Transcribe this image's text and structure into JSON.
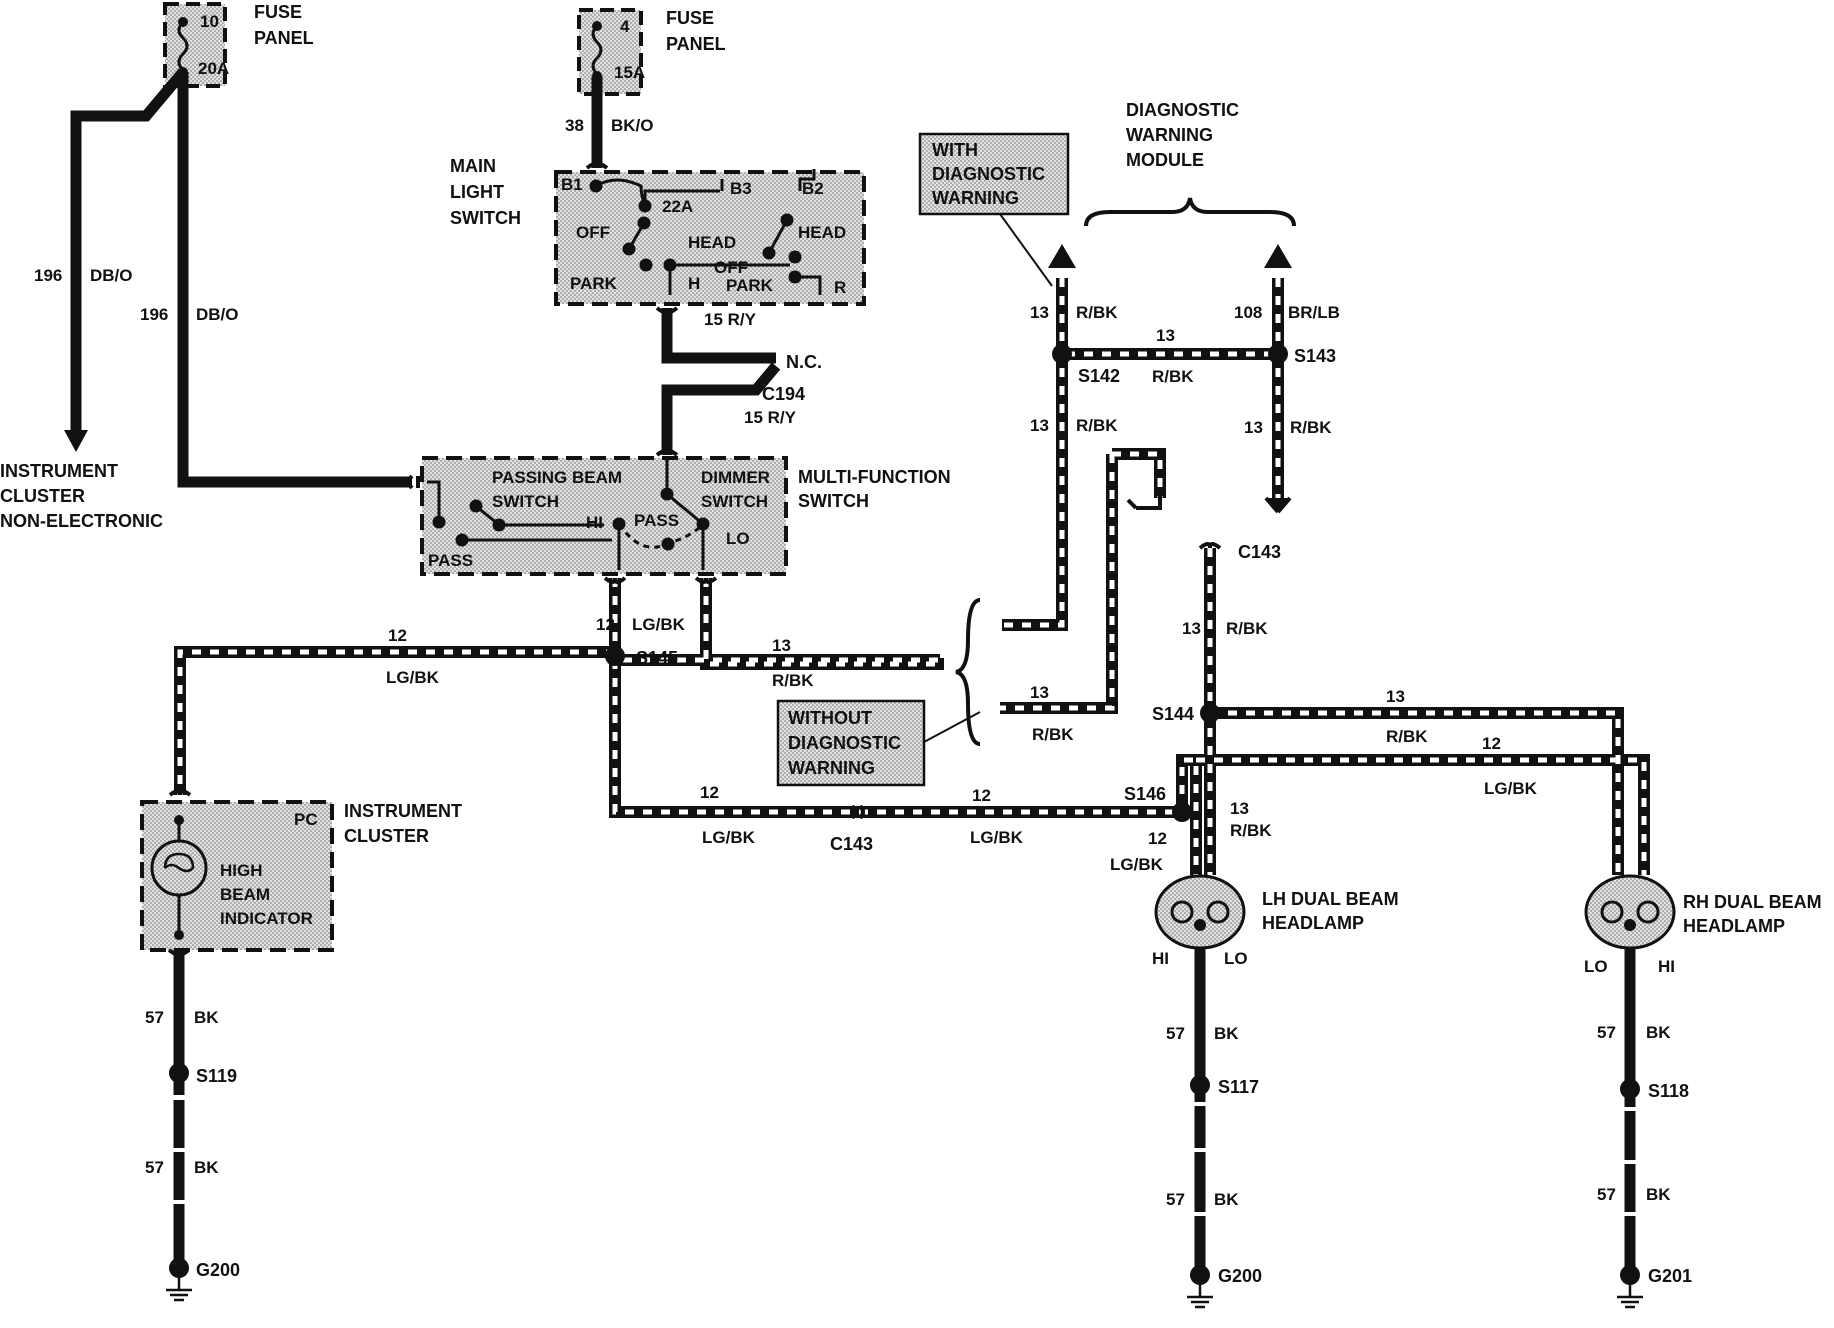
{
  "fuse_panel_left": {
    "title": [
      "FUSE",
      "PANEL"
    ],
    "fuse_number": "10",
    "fuse_rating": "20A"
  },
  "fuse_panel_right": {
    "title": [
      "FUSE",
      "PANEL"
    ],
    "fuse_number": "4",
    "fuse_rating": "15A"
  },
  "main_light_switch": {
    "title": [
      "MAIN",
      "LIGHT",
      "SWITCH"
    ],
    "terminals": {
      "b1": "B1",
      "b3": "B3",
      "b2": "B2",
      "breaker": "22A",
      "h": "H",
      "r": "R"
    },
    "positions": {
      "off_left": "OFF",
      "park_left": "PARK",
      "head_mid": "HEAD",
      "off_mid": "OFF",
      "park_right": "PARK",
      "head_right": "HEAD"
    }
  },
  "multi_function_switch": {
    "title": [
      "MULTI-FUNCTION",
      "SWITCH"
    ],
    "passing_beam": [
      "PASSING BEAM",
      "SWITCH"
    ],
    "dimmer": [
      "DIMMER",
      "SWITCH"
    ],
    "hi": "HI",
    "pass_mid": "PASS",
    "lo": "LO",
    "pass_left": "PASS"
  },
  "diagnostic_module": {
    "title": [
      "DIAGNOSTIC",
      "WARNING",
      "MODULE"
    ]
  },
  "with_diagnostic_note": [
    "WITH",
    "DIAGNOSTIC",
    "WARNING"
  ],
  "without_diagnostic_note": [
    "WITHOUT",
    "DIAGNOSTIC",
    "WARNING"
  ],
  "instrument_cluster_ne": {
    "title": [
      "INSTRUMENT",
      "CLUSTER",
      "NON-ELECTRONIC"
    ]
  },
  "instrument_cluster": {
    "title": [
      "INSTRUMENT",
      "CLUSTER"
    ],
    "pc": "PC",
    "indicator": [
      "HIGH",
      "BEAM",
      "INDICATOR"
    ]
  },
  "lh_headlamp": {
    "title": [
      "LH DUAL BEAM",
      "HEADLAMP"
    ],
    "hi": "HI",
    "lo": "LO"
  },
  "rh_headlamp": {
    "title": [
      "RH DUAL BEAM",
      "HEADLAMP"
    ],
    "lo": "LO",
    "hi": "HI"
  },
  "connectors": {
    "c194": "C194",
    "c143_top": "C143",
    "c143_bottom": "C143",
    "nc": "N.C."
  },
  "splices": {
    "s142": "S142",
    "s143": "S143",
    "s144": "S144",
    "s145": "S145",
    "s146": "S146",
    "s119": "S119",
    "s117": "S117",
    "s118": "S118"
  },
  "grounds": {
    "g200_left": "G200",
    "g200_right": "G200",
    "g201": "G201"
  },
  "wires": {
    "w196_outer_num": "196",
    "w196_outer_color": "DB/O",
    "w196_inner_num": "196",
    "w196_inner_color": "DB/O",
    "w38_num": "38",
    "w38_color": "BK/O",
    "w15_upper": "15 R/Y",
    "w15_lower": "15 R/Y",
    "w12_top_num": "12",
    "w12_top_color": "LG/BK",
    "w12_mfs_num": "12",
    "w12_mfs_color": "LG/BK",
    "w13_mfs_num": "13",
    "w13_mfs_color": "R/BK",
    "w13_diag_left_num": "13",
    "w13_diag_left_color": "R/BK",
    "w108_num": "108",
    "w108_color": "BR/LB",
    "w13_s142_s143_num": "13",
    "w13_s142_s143_color": "R/BK",
    "w13_below_s142_num": "13",
    "w13_below_s142_color": "R/BK",
    "w13_below_s143_num": "13",
    "w13_below_s143_color": "R/BK",
    "w13_without_num": "13",
    "w13_without_color": "R/BK",
    "w13_c143_num": "13",
    "w13_c143_color": "R/BK",
    "w13_rh_num": "13",
    "w13_rh_color": "R/BK",
    "w12_rh_num": "12",
    "w12_rh_color": "LG/BK",
    "w12_bot_left_num": "12",
    "w12_bot_left_color": "LG/BK",
    "w12_bot_right_num": "12",
    "w12_bot_right_color": "LG/BK",
    "w13_lh_num": "13",
    "w13_lh_color": "R/BK",
    "w12_lh_num": "12",
    "w12_lh_color": "LG/BK",
    "w57_pc_upper_num": "57",
    "w57_pc_upper_color": "BK",
    "w57_pc_lower_num": "57",
    "w57_pc_lower_color": "BK",
    "w57_lh_upper_num": "57",
    "w57_lh_upper_color": "BK",
    "w57_lh_lower_num": "57",
    "w57_lh_lower_color": "BK",
    "w57_rh_upper_num": "57",
    "w57_rh_upper_color": "BK",
    "w57_rh_lower_num": "57",
    "w57_rh_lower_color": "BK"
  },
  "colors": {
    "ink": "#111111",
    "box_fill": "#d4d4d4",
    "stripe": "#ffffff"
  }
}
